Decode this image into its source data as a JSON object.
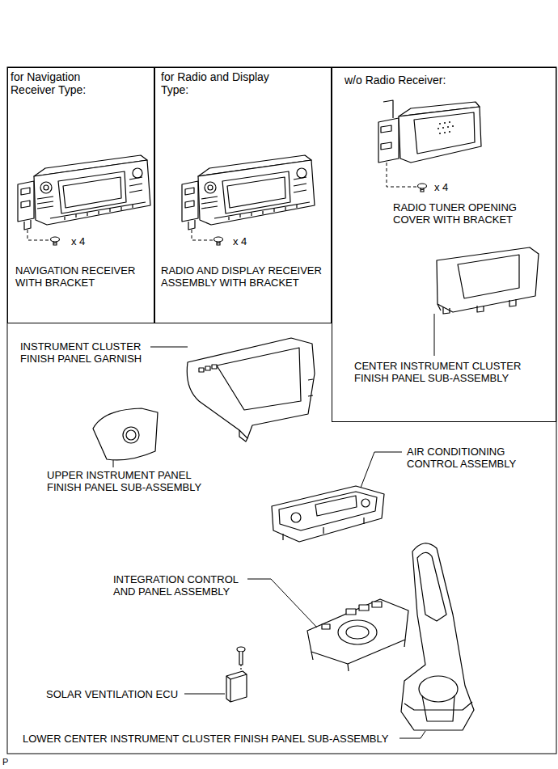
{
  "diagram": {
    "nodes": [
      {
        "text": [
          "for Navigation Receiver Type:",
          "x 4",
          "NAVIGATION RECEIVER WITH BRACKET"
        ]
      },
      {
        "text": [
          "for Radio and Display Type:",
          "x 4",
          "RADIO AND DISPLAY RECEIVER ASSEMBLY WITH BRACKET"
        ]
      },
      {
        "text": [
          "w/o Radio Receiver:",
          "x 4",
          "RADIO TUNER OPENING COVER WITH BRACKET",
          "CENTER INSTRUMENT CLUSTER FINISH PANEL SUB-ASSEMBLY"
        ]
      }
    ],
    "labels": [
      "INSTRUMENT CLUSTER FINISH PANEL GARNISH",
      "UPPER INSTRUMENT PANEL FINISH PANEL SUB-ASSEMBLY",
      "AIR CONDITIONING CONTROL ASSEMBLY",
      "INTEGRATION CONTROL AND PANEL ASSEMBLY",
      "SOLAR VENTILATION ECU",
      "LOWER CENTER INSTRUMENT CLUSTER FINISH PANEL SUB-ASSEMBLY",
      "P"
    ]
  }
}
